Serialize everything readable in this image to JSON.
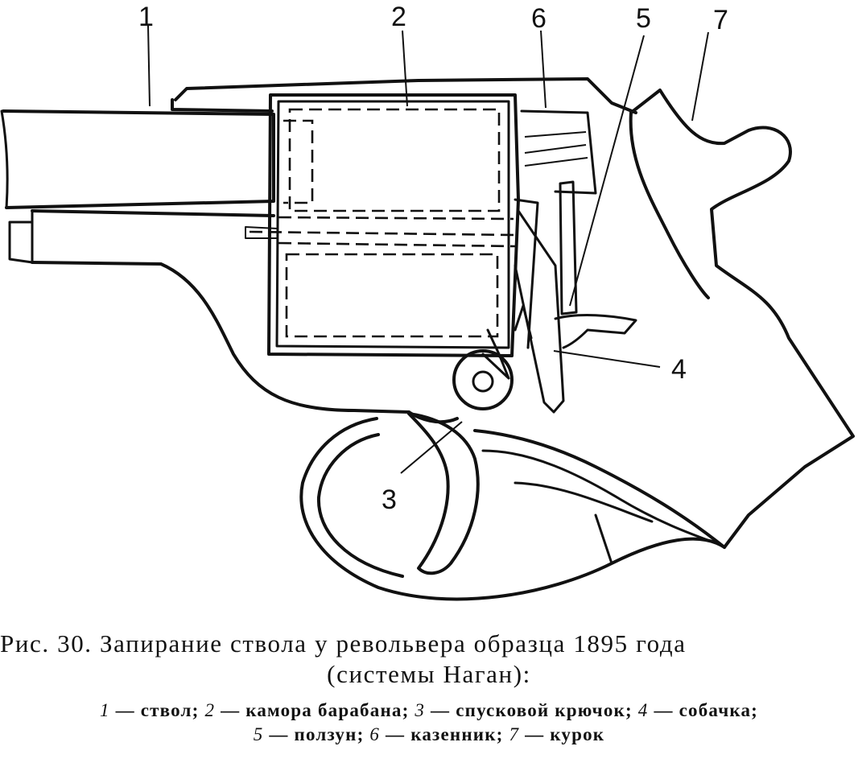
{
  "figure": {
    "labels": {
      "l1": "1",
      "l2": "2",
      "l3": "3",
      "l4": "4",
      "l5": "5",
      "l6": "6",
      "l7": "7"
    }
  },
  "caption": {
    "title_line1": "Рис. 30. Запирание ствола у револьвера образца 1895 года",
    "title_line2": "(системы Наган):",
    "legend_line1": [
      {
        "num": "1",
        "text": " — ствол; "
      },
      {
        "num": "2",
        "text": " — камора барабана; "
      },
      {
        "num": "3",
        "text": " — спусковой крючок; "
      },
      {
        "num": "4",
        "text": " — собачка;"
      }
    ],
    "legend_line2": [
      {
        "num": "5",
        "text": " — ползун; "
      },
      {
        "num": "6",
        "text": " — казенник; "
      },
      {
        "num": "7",
        "text": " — курок"
      }
    ]
  }
}
